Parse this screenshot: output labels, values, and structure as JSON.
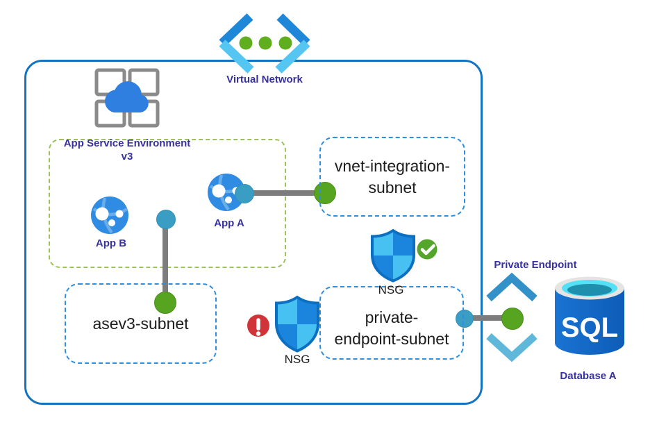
{
  "virtual_network": {
    "label": "Virtual Network"
  },
  "app_service_environment": {
    "line1": "App Service Environment",
    "line2": "v3"
  },
  "apps": {
    "app_a": {
      "label": "App A"
    },
    "app_b": {
      "label": "App B"
    }
  },
  "subnets": {
    "vnet_integration": {
      "line1": "vnet-integration-",
      "line2": "subnet"
    },
    "asev3": {
      "label": "asev3-subnet"
    },
    "private_endpoint": {
      "line1": "private-",
      "line2": "endpoint-subnet"
    }
  },
  "nsg_allowed": {
    "label": "NSG"
  },
  "nsg_denied": {
    "label": "NSG"
  },
  "private_endpoint": {
    "label": "Private Endpoint"
  },
  "sql_database": {
    "logo_text": "SQL",
    "label": "Database A"
  },
  "colors": {
    "vnet_border": "#1273c1",
    "subnet_dash": "#2f8ede",
    "ase_dash": "#9cc25e",
    "connector_gray": "#7d7d7d",
    "node_green": "#57a421",
    "node_teal": "#3a9dc3",
    "label_indigo": "#37309f",
    "shield_light": "#47c0f2",
    "shield_dark": "#1b84dd",
    "check_green": "#54a62a",
    "alert_red": "#d13438",
    "sql_body_blue": "#1161bd",
    "sql_cyan": "#55e0f5"
  }
}
